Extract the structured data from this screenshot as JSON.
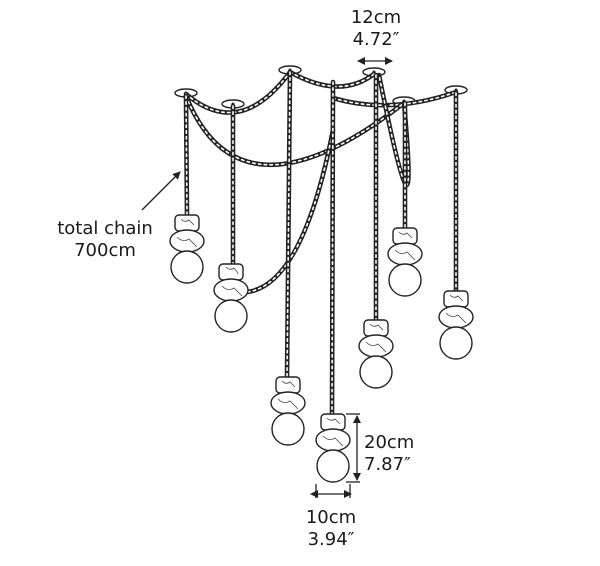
{
  "annotations": {
    "canopy_width": {
      "metric": "12cm",
      "imperial": "4.72″"
    },
    "total_chain": {
      "line1": "total chain",
      "line2": "700cm"
    },
    "pendant_height": {
      "metric": "20cm",
      "imperial": "7.87″"
    },
    "pendant_width": {
      "metric": "10cm",
      "imperial": "3.94″"
    }
  },
  "counts": {
    "canopies": 6,
    "pendants": 7
  }
}
